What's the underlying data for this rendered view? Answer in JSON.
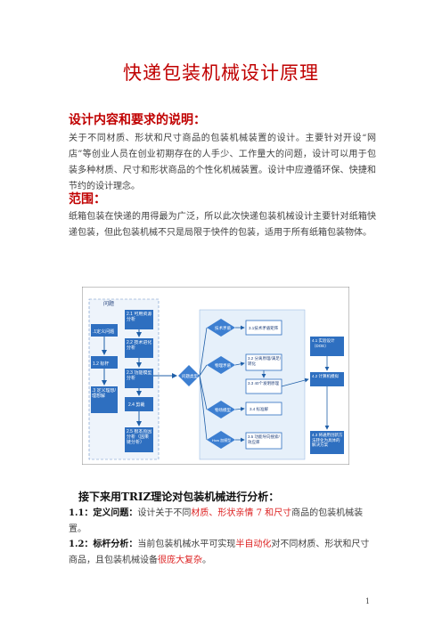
{
  "title": "快递包装机械设计原理",
  "section1": {
    "heading": "设计内容和要求的说明：",
    "text": "关于不同材质、形状和尺寸商品的包装机械装置的设计。主要针对开设“网店”等创业人员在创业初期存在的人手少、工作量大的问题，设计可以用于包装多种材质、尺寸和形状商品的个性化机械装置。设计中应遵循环保、快捷和节约的设计理念。"
  },
  "section2": {
    "heading": "范围：",
    "text": "纸箱包装在快递的用得最为广泛，所以此次快递包装机械设计主要针对纸箱快递包装，但此包装机械不只是局限于快件的包装，适用于所有纸箱包装物体。"
  },
  "diagram": {
    "header": "问题",
    "left_boxes": [
      ".1定义问题",
      "1.2 标杆",
      ".3 定义理想/理想解"
    ],
    "mid_boxes": [
      "2.1 可用资源分析",
      "2.2 技术进化分析",
      "2.3 功能模型分析",
      "2.4 剪裁",
      "2.5 根本原因分析（因果链分析）"
    ],
    "hub": "问题类型",
    "diamonds": [
      "技术矛盾",
      "物理矛盾",
      "物场模型",
      "How 加模型"
    ],
    "right_boxes": [
      "3.1技术矛盾矩阵",
      "3.2 分离原理/满足/转化",
      "3.3 40个发明原理",
      "3.4 标准解",
      "3.5 功能导向搜索/效应库"
    ],
    "far_boxes": [
      "4.1 实验设计（DOE）",
      "4.2 计算机模拟",
      "4.3 将通用创新方法转化为具体的解决方案"
    ]
  },
  "subhead": "接下来用TRIZ理论对包装机械进行分析：",
  "item1": {
    "label": "1.1：定义问题：",
    "t1": "设计关于不同",
    "r1": "材质、形状",
    "t2": "和",
    "r2": "尺寸",
    "t3": "商品的包装机械装置。",
    "r_emotion": "、形状",
    "full_mid": "材质、形状亲情 7 和尺寸"
  },
  "item2": {
    "label": "1.2：标杆分析：",
    "t1": "当前包装机械水平可实现",
    "r1": "半自动化",
    "t2": "对不同材质、形状和尺寸商品，且包装机械设备",
    "r2": "很庞大复杂",
    "t3": "。"
  },
  "page_number": "1"
}
